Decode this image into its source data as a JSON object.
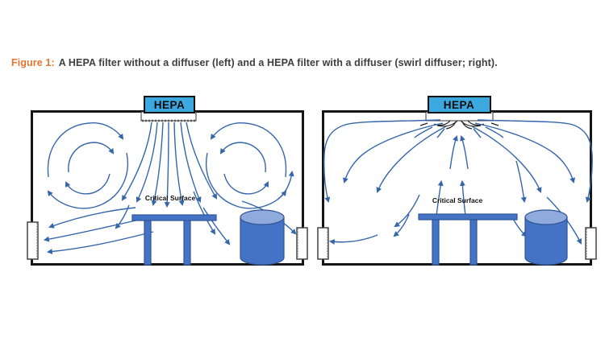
{
  "caption": {
    "label": "Figure 1:",
    "text": "A HEPA filter without a diffuser (left) and a HEPA filter with a diffuser (swirl diffuser; right)."
  },
  "left_panel": {
    "hepa_label": "HEPA",
    "critical_surface_label": "Critical Surface"
  },
  "right_panel": {
    "hepa_label": "HEPA",
    "critical_surface_label": "Critical Surface"
  },
  "colors": {
    "caption_accent": "#E0762F",
    "caption_text": "#3E3E3E",
    "hepa_fill": "#3BA8DF",
    "furniture_fill": "#4472C4",
    "furniture_top": "#8FAADC",
    "furniture_outline": "#2F5597",
    "arrow": "#3566AC",
    "room_outline": "#151515"
  }
}
